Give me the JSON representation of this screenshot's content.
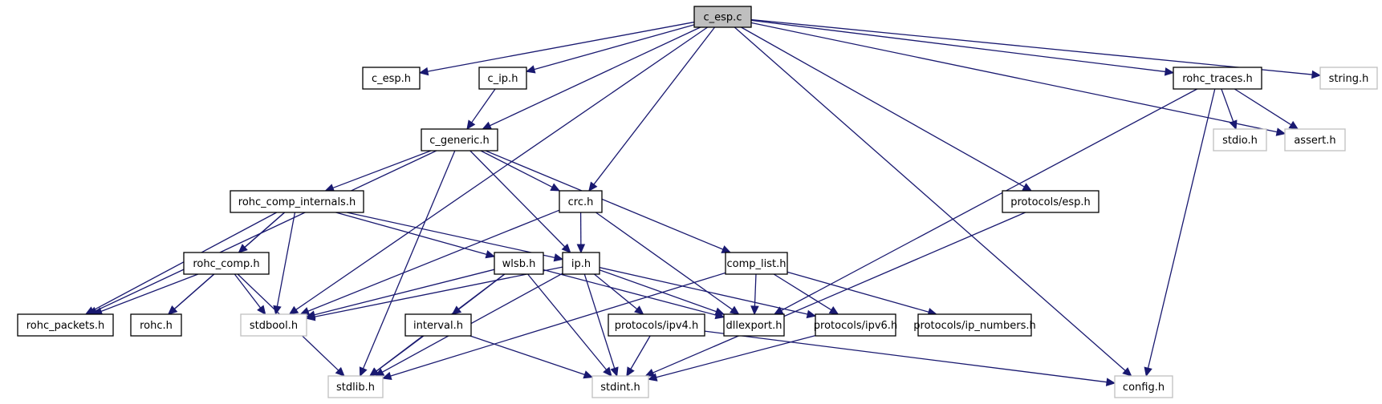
{
  "title": "c_esp.c include dependency graph",
  "colors": {
    "edge": "#191970",
    "root_fill": "#bfbfbf",
    "node_border": "#000000",
    "external_border": "#bfbfbf"
  },
  "nodes": [
    {
      "id": "c_esp_c",
      "label": "c_esp.c",
      "kind": "root"
    },
    {
      "id": "c_esp_h",
      "label": "c_esp.h",
      "kind": "local"
    },
    {
      "id": "c_ip_h",
      "label": "c_ip.h",
      "kind": "local"
    },
    {
      "id": "c_generic_h",
      "label": "c_generic.h",
      "kind": "local"
    },
    {
      "id": "rohc_traces_h",
      "label": "rohc_traces.h",
      "kind": "local"
    },
    {
      "id": "string_h",
      "label": "string.h",
      "kind": "external"
    },
    {
      "id": "stdio_h",
      "label": "stdio.h",
      "kind": "external"
    },
    {
      "id": "assert_h",
      "label": "assert.h",
      "kind": "external"
    },
    {
      "id": "rohc_comp_internals_h",
      "label": "rohc_comp_internals.h",
      "kind": "local"
    },
    {
      "id": "crc_h",
      "label": "crc.h",
      "kind": "local"
    },
    {
      "id": "protocols_esp_h",
      "label": "protocols/esp.h",
      "kind": "local"
    },
    {
      "id": "rohc_comp_h",
      "label": "rohc_comp.h",
      "kind": "local"
    },
    {
      "id": "wlsb_h",
      "label": "wlsb.h",
      "kind": "local"
    },
    {
      "id": "ip_h",
      "label": "ip.h",
      "kind": "local"
    },
    {
      "id": "comp_list_h",
      "label": "comp_list.h",
      "kind": "local"
    },
    {
      "id": "rohc_packets_h",
      "label": "rohc_packets.h",
      "kind": "local"
    },
    {
      "id": "rohc_h",
      "label": "rohc.h",
      "kind": "local"
    },
    {
      "id": "stdbool_h",
      "label": "stdbool.h",
      "kind": "external"
    },
    {
      "id": "interval_h",
      "label": "interval.h",
      "kind": "local"
    },
    {
      "id": "protocols_ipv4_h",
      "label": "protocols/ipv4.h",
      "kind": "local"
    },
    {
      "id": "dllexport_h",
      "label": "dllexport.h",
      "kind": "local"
    },
    {
      "id": "protocols_ipv6_h",
      "label": "protocols/ipv6.h",
      "kind": "local"
    },
    {
      "id": "protocols_ip_numbers_h",
      "label": "protocols/ip_numbers.h",
      "kind": "local"
    },
    {
      "id": "stdlib_h",
      "label": "stdlib.h",
      "kind": "external"
    },
    {
      "id": "stdint_h",
      "label": "stdint.h",
      "kind": "external"
    },
    {
      "id": "config_h",
      "label": "config.h",
      "kind": "external"
    }
  ],
  "edges": [
    [
      "c_esp_c",
      "c_esp_h"
    ],
    [
      "c_esp_c",
      "c_ip_h"
    ],
    [
      "c_esp_c",
      "c_generic_h"
    ],
    [
      "c_esp_c",
      "stdbool_h"
    ],
    [
      "c_esp_c",
      "crc_h"
    ],
    [
      "c_esp_c",
      "protocols_esp_h"
    ],
    [
      "c_esp_c",
      "rohc_traces_h"
    ],
    [
      "c_esp_c",
      "config_h"
    ],
    [
      "c_esp_c",
      "assert_h"
    ],
    [
      "c_esp_c",
      "string_h"
    ],
    [
      "c_ip_h",
      "c_generic_h"
    ],
    [
      "c_generic_h",
      "rohc_comp_internals_h"
    ],
    [
      "c_generic_h",
      "crc_h"
    ],
    [
      "c_generic_h",
      "ip_h"
    ],
    [
      "c_generic_h",
      "comp_list_h"
    ],
    [
      "c_generic_h",
      "rohc_packets_h"
    ],
    [
      "c_generic_h",
      "stdlib_h"
    ],
    [
      "rohc_traces_h",
      "stdio_h"
    ],
    [
      "rohc_traces_h",
      "assert_h"
    ],
    [
      "rohc_traces_h",
      "dllexport_h"
    ],
    [
      "rohc_traces_h",
      "config_h"
    ],
    [
      "rohc_comp_internals_h",
      "rohc_comp_h"
    ],
    [
      "rohc_comp_internals_h",
      "wlsb_h"
    ],
    [
      "rohc_comp_internals_h",
      "ip_h"
    ],
    [
      "rohc_comp_internals_h",
      "stdbool_h"
    ],
    [
      "rohc_comp_internals_h",
      "rohc_packets_h"
    ],
    [
      "rohc_comp_internals_h",
      "rohc_h"
    ],
    [
      "crc_h",
      "ip_h"
    ],
    [
      "crc_h",
      "stdbool_h"
    ],
    [
      "crc_h",
      "dllexport_h"
    ],
    [
      "protocols_esp_h",
      "stdint_h"
    ],
    [
      "rohc_comp_h",
      "rohc_packets_h"
    ],
    [
      "rohc_comp_h",
      "rohc_h"
    ],
    [
      "rohc_comp_h",
      "stdbool_h"
    ],
    [
      "rohc_comp_h",
      "stdlib_h"
    ],
    [
      "wlsb_h",
      "stdbool_h"
    ],
    [
      "wlsb_h",
      "interval_h"
    ],
    [
      "wlsb_h",
      "stdlib_h"
    ],
    [
      "wlsb_h",
      "stdint_h"
    ],
    [
      "wlsb_h",
      "dllexport_h"
    ],
    [
      "ip_h",
      "stdbool_h"
    ],
    [
      "ip_h",
      "stdlib_h"
    ],
    [
      "ip_h",
      "stdint_h"
    ],
    [
      "ip_h",
      "protocols_ipv4_h"
    ],
    [
      "ip_h",
      "dllexport_h"
    ],
    [
      "ip_h",
      "protocols_ipv6_h"
    ],
    [
      "comp_list_h",
      "dllexport_h"
    ],
    [
      "comp_list_h",
      "protocols_ipv6_h"
    ],
    [
      "comp_list_h",
      "protocols_ip_numbers_h"
    ],
    [
      "comp_list_h",
      "stdlib_h"
    ],
    [
      "interval_h",
      "stdlib_h"
    ],
    [
      "interval_h",
      "stdint_h"
    ],
    [
      "protocols_ipv4_h",
      "stdint_h"
    ],
    [
      "protocols_ipv4_h",
      "config_h"
    ],
    [
      "protocols_ipv6_h",
      "stdint_h"
    ]
  ]
}
